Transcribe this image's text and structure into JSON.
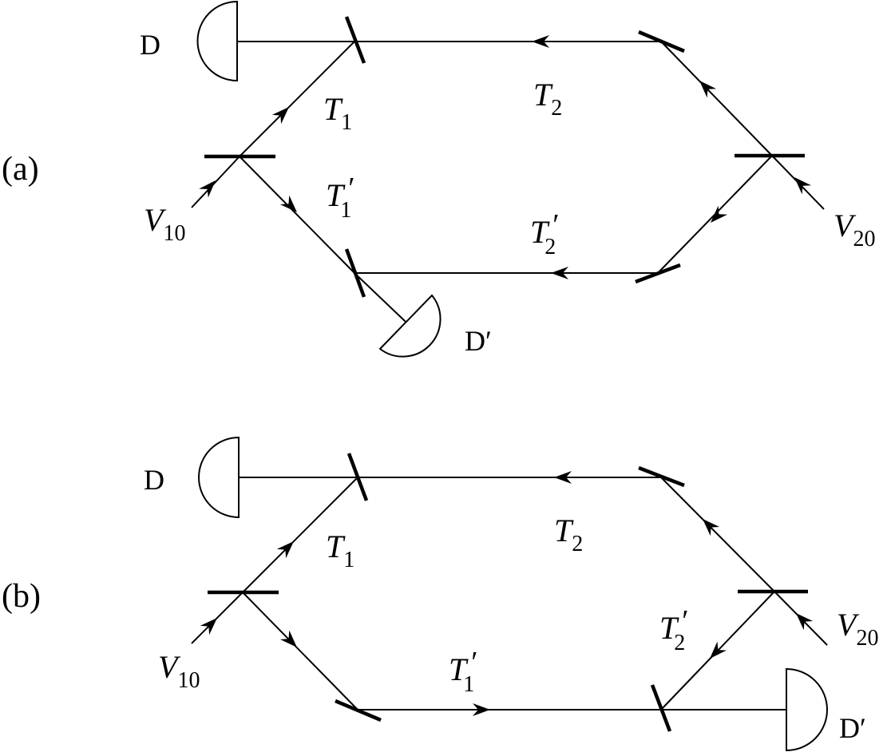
{
  "panels": {
    "a": {
      "panel_label": "(a)",
      "detector_top": "D",
      "detector_bottom": "D′",
      "label_T1": {
        "main": "T",
        "sub": "1",
        "prime": ""
      },
      "label_T1p": {
        "main": "T",
        "sub": "1",
        "prime": "′"
      },
      "label_T2": {
        "main": "T",
        "sub": "2",
        "prime": ""
      },
      "label_T2p": {
        "main": "T",
        "sub": "2",
        "prime": "′"
      },
      "label_V10": {
        "main": "V",
        "sub": "10"
      },
      "label_V20": {
        "main": "V",
        "sub": "20"
      }
    },
    "b": {
      "panel_label": "(b)",
      "detector_top": "D",
      "detector_bottom": "D′",
      "label_T1": {
        "main": "T",
        "sub": "1",
        "prime": ""
      },
      "label_T1p": {
        "main": "T",
        "sub": "1",
        "prime": "′"
      },
      "label_T2": {
        "main": "T",
        "sub": "2",
        "prime": ""
      },
      "label_T2p": {
        "main": "T",
        "sub": "2",
        "prime": "′"
      },
      "label_V10": {
        "main": "V",
        "sub": "10"
      },
      "label_V20": {
        "main": "V",
        "sub": "20"
      }
    }
  }
}
